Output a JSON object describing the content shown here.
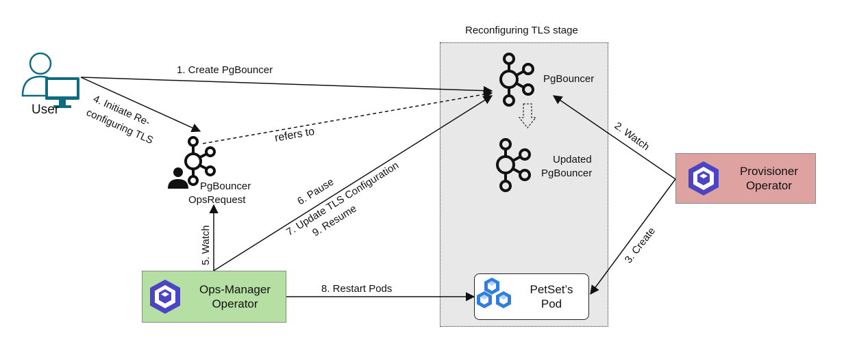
{
  "stage": {
    "title": "Reconfiguring TLS stage"
  },
  "nodes": {
    "user": {
      "label": "User"
    },
    "pgbouncer": {
      "label": "PgBouncer"
    },
    "updated_pgbouncer": {
      "line1": "Updated",
      "line2": "PgBouncer"
    },
    "opsrequest": {
      "line1": "PgBouncer",
      "line2": "OpsRequest"
    },
    "provisioner": {
      "line1": "Provisioner",
      "line2": "Operator",
      "color": "#dea3a0"
    },
    "opsmanager": {
      "line1": "Ops-Manager",
      "line2": "Operator",
      "color": "#b6e0a3"
    },
    "pod": {
      "line1": "PetSet’s",
      "line2": "Pod"
    }
  },
  "edges": {
    "create_pgbouncer": "1. Create PgBouncer",
    "watch2": "2. Watch",
    "create3": "3. Create",
    "initiate1": "4. Initiate Re-",
    "initiate2": "configuring TLS",
    "watch5": "5. Watch",
    "refers_to": "refers to",
    "pause": "6. Pause",
    "update_tls": "7. Update TLS Configuration",
    "resume": "9. Resume",
    "restart_pods": "8. Restart Pods"
  },
  "colors": {
    "operator_icon": "#4b45c6",
    "pod_cube": "#2f7fe0",
    "monitor": "#0f6b80"
  }
}
